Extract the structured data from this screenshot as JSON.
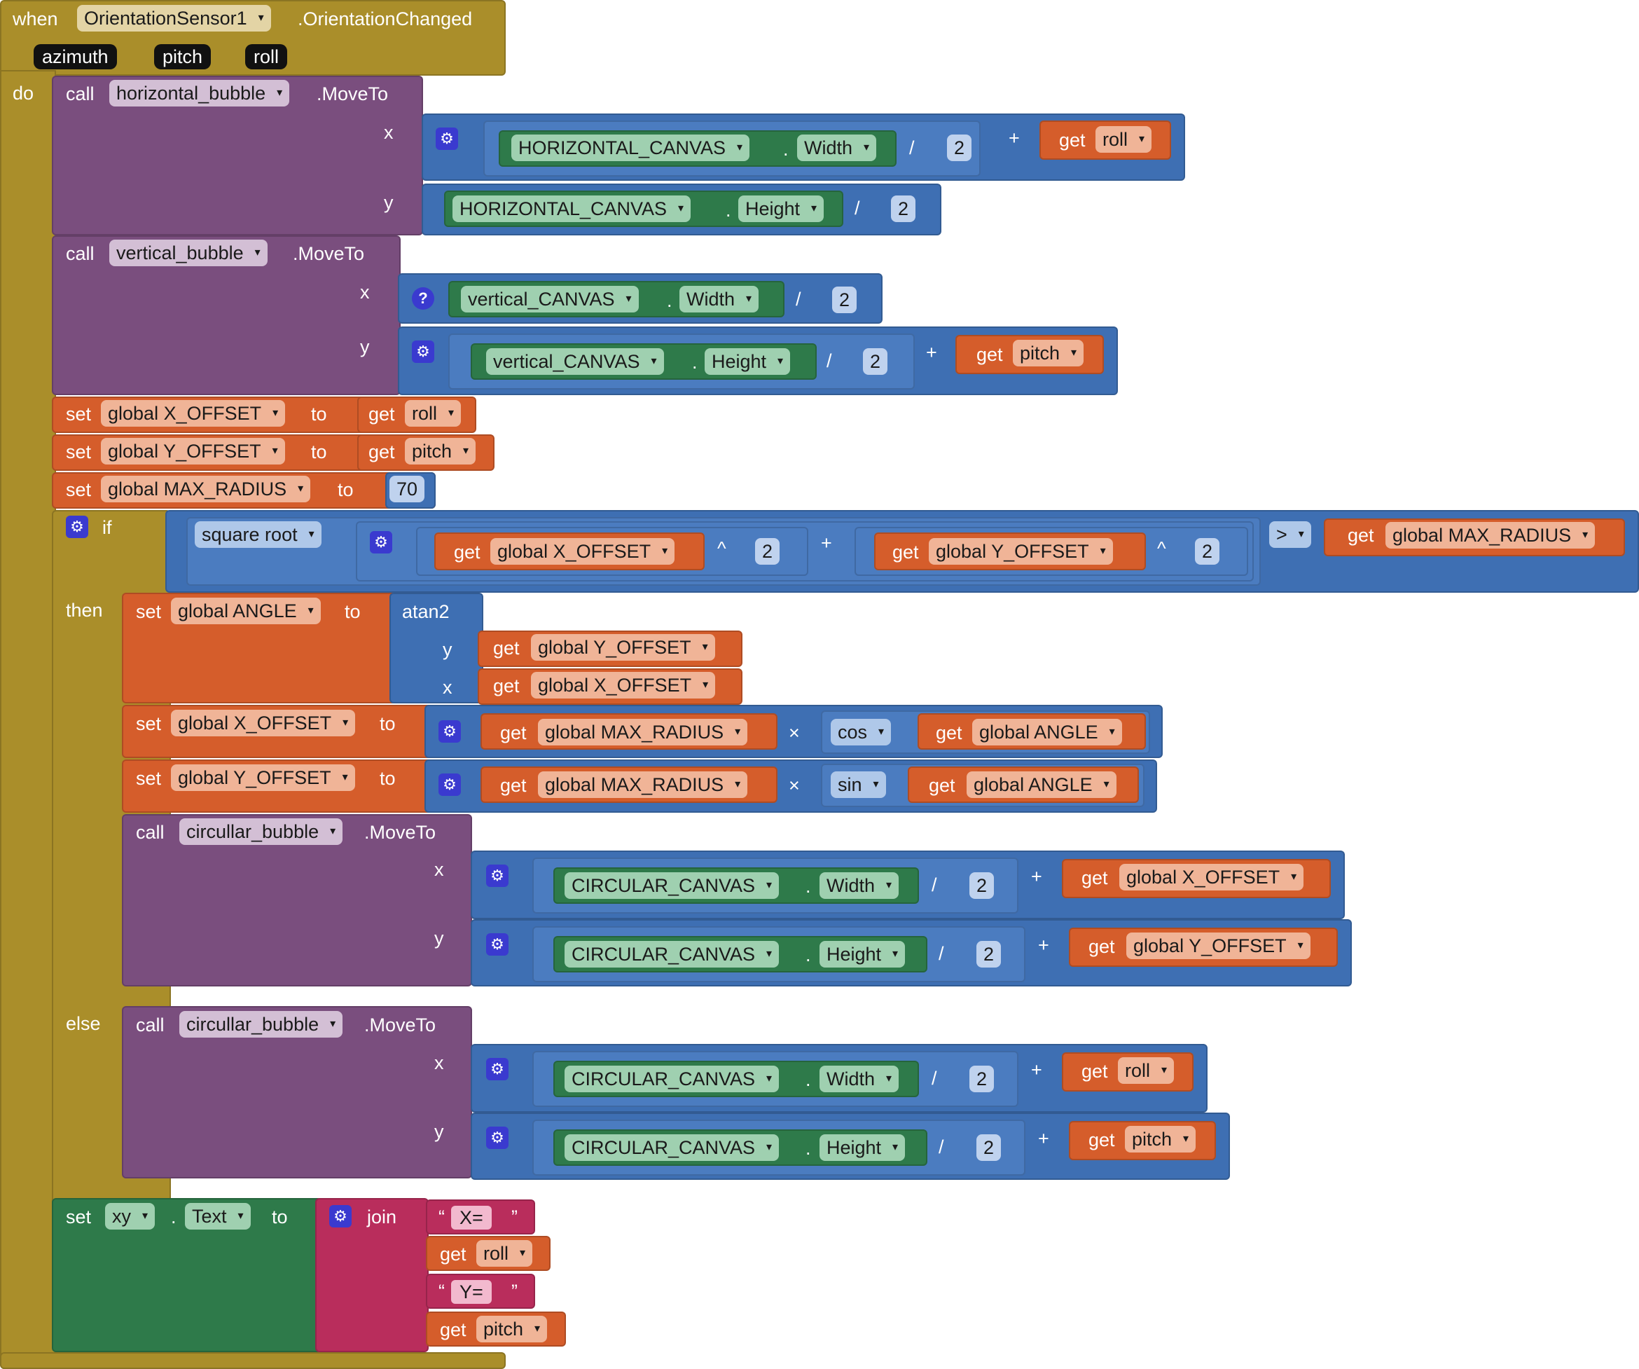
{
  "event": {
    "when": "when",
    "component": "OrientationSensor1",
    "event_name": ".OrientationChanged",
    "params": [
      "azimuth",
      "pitch",
      "roll"
    ],
    "do": "do"
  },
  "labels": {
    "call": "call",
    "set": "set",
    "to": "to",
    "get": "get",
    "if": "if",
    "then": "then",
    "else": "else",
    "moveto": ".MoveTo",
    "x": "x",
    "y": "y",
    "dot": ".",
    "div": "/",
    "plus": "+",
    "pow": "^",
    "times": "×",
    "gt": ">",
    "atan2": "atan2",
    "join": "join",
    "open_quote": "“",
    "close_quote": "”",
    "gear_icon": "⚙",
    "question_icon": "?",
    "dropdown_icon": "▾"
  },
  "blocks": {
    "horizontal_bubble": "horizontal_bubble",
    "vertical_bubble": "vertical_bubble",
    "circullar_bubble": "circullar_bubble",
    "HORIZONTAL_CANVAS": "HORIZONTAL_CANVAS",
    "vertical_CANVAS": "vertical_CANVAS",
    "CIRCULAR_CANVAS": "CIRCULAR_CANVAS",
    "Width": "Width",
    "Height": "Height",
    "roll": "roll",
    "pitch": "pitch",
    "global_X_OFFSET": "global X_OFFSET",
    "global_Y_OFFSET": "global Y_OFFSET",
    "global_MAX_RADIUS": "global MAX_RADIUS",
    "global_ANGLE": "global ANGLE",
    "two": "2",
    "seventy": "70",
    "square_root": "square root",
    "cos": "cos",
    "sin": "sin",
    "xy": "xy",
    "Text": "Text",
    "x_eq": "X=",
    "y_eq": "Y="
  },
  "colors": {
    "event": "#AA8E2A",
    "procedure": "#7A4E7E",
    "math": "#3E6FB3",
    "variable": "#D55D2B",
    "component": "#2E7A4A",
    "text": "#B92D5C",
    "mutator": "#3A3ACF"
  }
}
